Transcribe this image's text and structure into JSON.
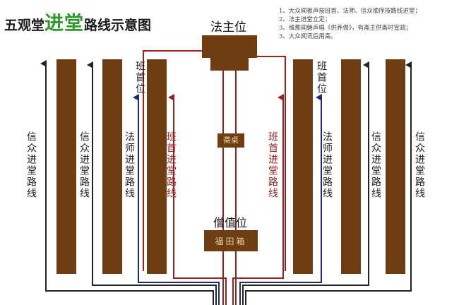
{
  "title": {
    "part1": "五观堂",
    "part2": "进堂",
    "part3": "路线示意图"
  },
  "notes": [
    "1、大众闻板声按班首、法师、信众顺序按路线进堂；",
    "2、法主进堂立定；",
    "3、维那闻磬声唱《供养偈》，有斋主供斋时宣疏；",
    "3、大众闻讯后用斋。"
  ],
  "seats": {
    "dharma_master": "法主位",
    "shou_zuo": "班首位",
    "seng_zhi": "僧值位",
    "center_table": "斋桌",
    "fu_tian": "福田箱"
  },
  "routes": {
    "believers": "信众进堂路线",
    "masters": "法师进堂路线",
    "leaders": "班首进堂路线"
  },
  "colors": {
    "wood": "#6e3d12",
    "believer_line": "#222222",
    "master_line": "#1d2a7a",
    "leader_line": "#9a1f1f",
    "title_accent": "#2e9a2e"
  }
}
